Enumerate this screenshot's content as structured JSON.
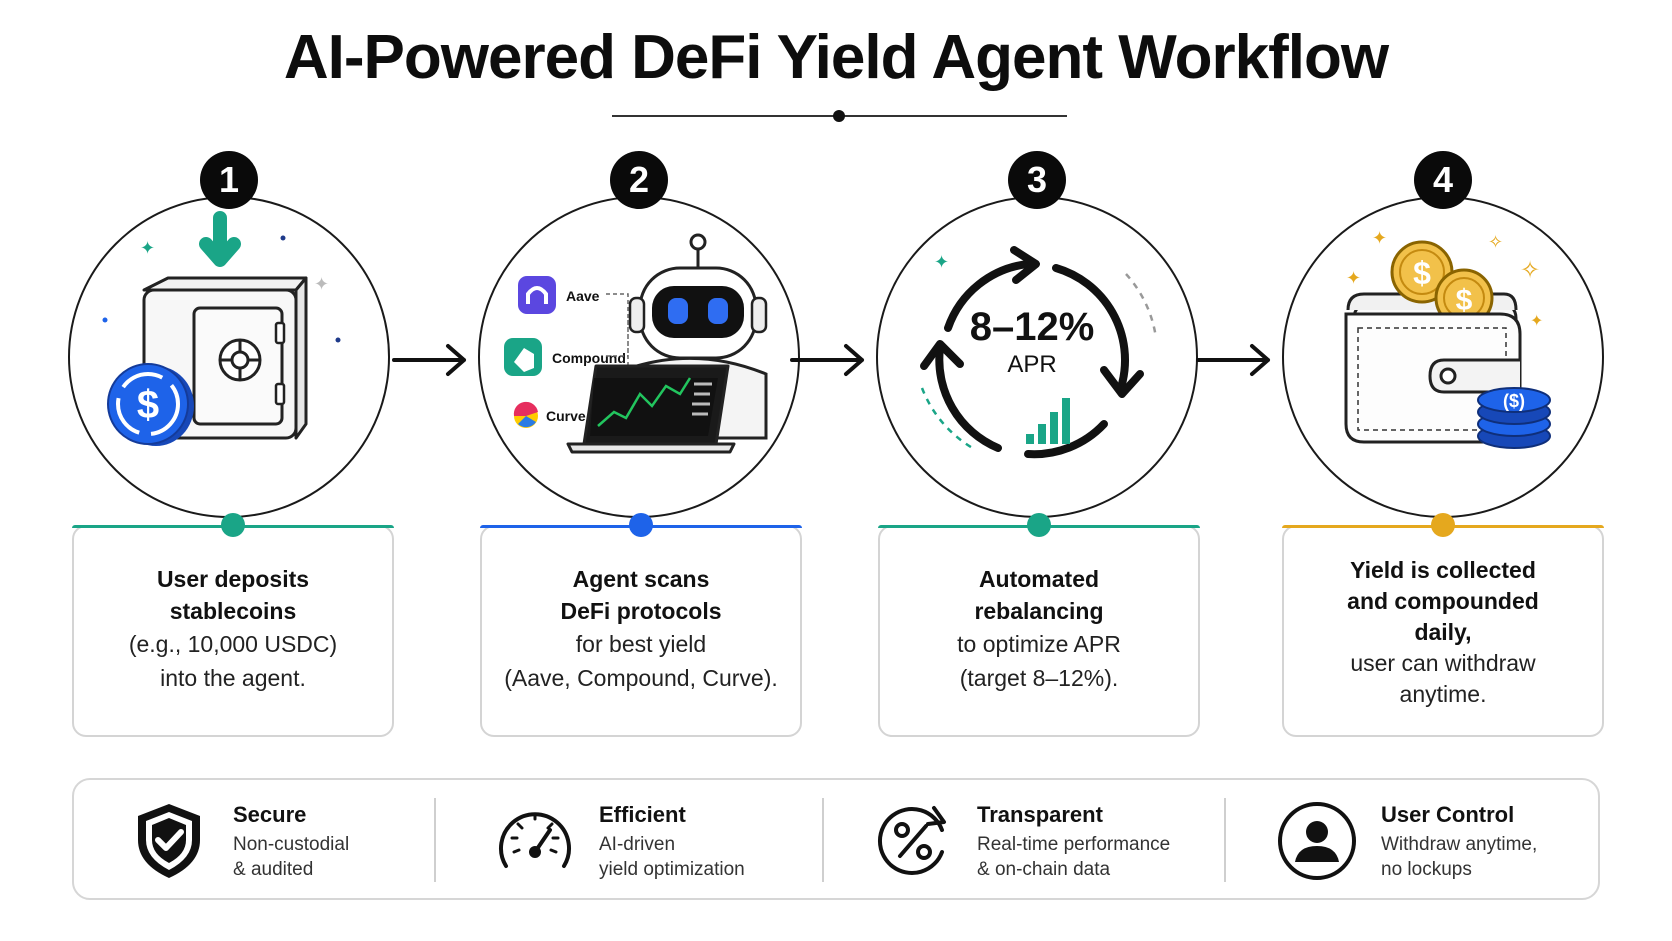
{
  "title": "AI-Powered DeFi Yield Agent Workflow",
  "colors": {
    "teal": "#1aa587",
    "blue": "#1e63e9",
    "gold": "#e5a81e",
    "dark": "#111111"
  },
  "steps": [
    {
      "number": "1",
      "heading1": "User deposits",
      "heading2": "stablecoins",
      "body1": "(e.g., 10,000 USDC)",
      "body2": "into the agent.",
      "accent": "#1aa587",
      "icon": "safe-with-usdc-icon"
    },
    {
      "number": "2",
      "heading1": "Agent scans",
      "heading2": "DeFi protocols",
      "body1": "for best yield",
      "body2": "(Aave, Compound, Curve).",
      "accent": "#1e63e9",
      "icon": "robot-with-laptop-icon",
      "protocols": [
        "Aave",
        "Compound",
        "Curve"
      ]
    },
    {
      "number": "3",
      "heading1": "Automated",
      "heading2": "rebalancing",
      "body1": "to optimize APR",
      "body2": "(target 8–12%).",
      "accent": "#1aa587",
      "icon": "rebalance-cycle-icon",
      "apr_value": "8–12%",
      "apr_label": "APR"
    },
    {
      "number": "4",
      "heading1": "Yield is collected",
      "heading2": "and compounded",
      "heading3": "daily,",
      "body1": "user can withdraw",
      "body2": "anytime.",
      "accent": "#e5a81e",
      "icon": "wallet-with-coins-icon"
    }
  ],
  "features": [
    {
      "title": "Secure",
      "line1": "Non-custodial",
      "line2": "& audited",
      "icon": "shield-check-icon"
    },
    {
      "title": "Efficient",
      "line1": "AI-driven",
      "line2": "yield optimization",
      "icon": "speedometer-icon"
    },
    {
      "title": "Transparent",
      "line1": "Real-time performance",
      "line2": "& on-chain data",
      "icon": "percent-cycle-icon"
    },
    {
      "title": "User Control",
      "line1": "Withdraw anytime,",
      "line2": "no lockups",
      "icon": "user-icon"
    }
  ]
}
